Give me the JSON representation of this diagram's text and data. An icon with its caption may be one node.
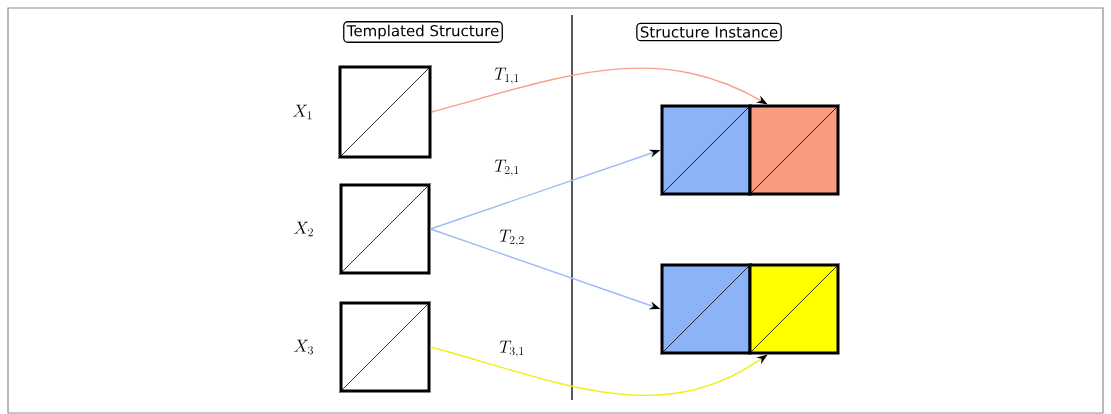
{
  "diagram": {
    "nodes": [
      {
        "text": [
          "Templated Structure"
        ]
      },
      {
        "text": [
          "Structure Instance"
        ]
      },
      {
        "text": [],
        "shape": "box",
        "beside": [
          "X_1"
        ]
      },
      {
        "text": [],
        "shape": "box",
        "beside": [
          "X_2"
        ]
      },
      {
        "text": [],
        "shape": "box",
        "beside": [
          "X_3"
        ]
      },
      {
        "text": [],
        "shape": "box"
      },
      {
        "text": [],
        "shape": "box"
      },
      {
        "text": [],
        "shape": "box"
      },
      {
        "text": [],
        "shape": "box"
      }
    ],
    "edges": [
      {
        "from": 2,
        "to": 6,
        "arrow": "to",
        "label": "T_{1,1}",
        "color": "#f7a08c"
      },
      {
        "from": 3,
        "to": 5,
        "arrow": "to",
        "label": "T_{2,1}",
        "color": "#9cbcf4"
      },
      {
        "from": 3,
        "to": 7,
        "arrow": "to",
        "label": "T_{2,2}",
        "color": "#9cbcf4"
      },
      {
        "from": 4,
        "to": 8,
        "arrow": "to",
        "label": "T_{3,1}",
        "color": "#f2ee1c"
      }
    ]
  }
}
